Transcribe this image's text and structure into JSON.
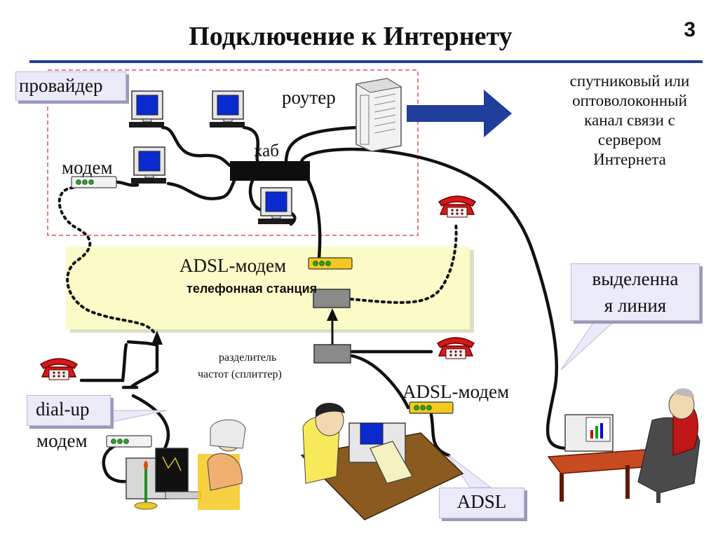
{
  "title": "Подключение к Интернету",
  "slide_number": "3",
  "labels": {
    "provider": "провайдер",
    "router": "роутер",
    "hub": "хаб",
    "modem_provider": "модем",
    "adsl_modem_station": "ADSL-модем",
    "phone_station": "телефонная станция",
    "splitter_line1": "разделитель",
    "splitter_line2": "частот (сплиттер)",
    "adsl_modem_client": "ADSL-модем",
    "dialup_line1": "dial-up",
    "dialup_line2": "модем",
    "adsl": "ADSL",
    "leased_line1": "выделенна",
    "leased_line2": "я линия"
  },
  "satellite_text": [
    "спутниковый или",
    "оптоволоконный",
    "канал связи с",
    "сервером",
    "Интернета"
  ],
  "colors": {
    "accent_line": "#1f3e9a",
    "arrow": "#1f3e9a",
    "station_fill": "#fbfbc8",
    "provider_border": "#e05050",
    "modem_led": "#2e9e2e",
    "phone_red": "#d81818",
    "screen_blue": "#0a2ad0"
  }
}
